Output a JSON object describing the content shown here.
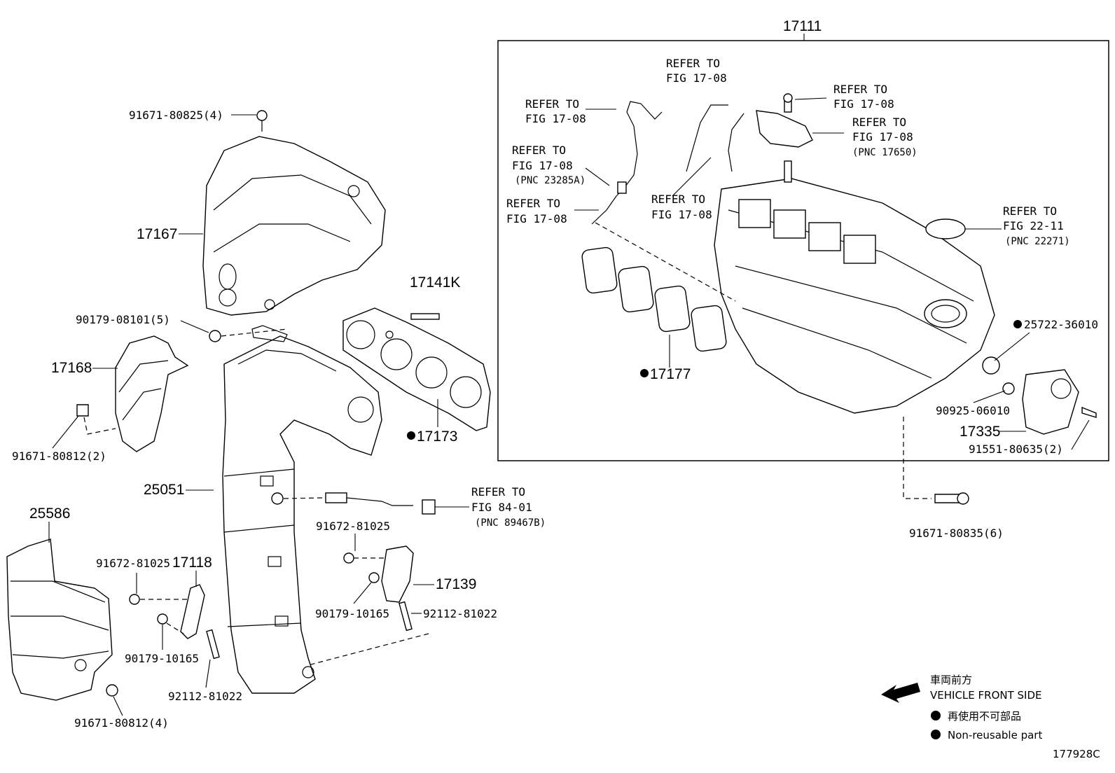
{
  "title": "17111",
  "figure_code": "177928C",
  "refer": {
    "line1": "REFER TO",
    "fig1708": "FIG 17-08",
    "fig2211": "FIG 22-11",
    "fig8401": "FIG 84-01",
    "pnc17650": "(PNC 17650)",
    "pnc23285a": "(PNC 23285A)",
    "pnc22271": "(PNC 22271)",
    "pnc89467b": "(PNC 89467B)"
  },
  "parts": {
    "p17167": "17167",
    "p17168": "17168",
    "p17141k": "17141K",
    "p17173": "17173",
    "p25051": "25051",
    "p25586": "25586",
    "p17118": "17118",
    "p17139": "17139",
    "p17177": "17177",
    "p17335": "17335",
    "p25722": "25722-36010",
    "b91671_80825": "91671-80825(4)",
    "b90179_08101": "90179-08101(5)",
    "b91671_80812_2": "91671-80812(2)",
    "b91672_81025_a": "91672-81025",
    "b91672_81025_b": "91672-81025",
    "b90179_10165_a": "90179-10165",
    "b90179_10165_b": "90179-10165",
    "b92112_81022_a": "92112-81022",
    "b92112_81022_b": "92112-81022",
    "b91671_80812_4": "91671-80812(4)",
    "b90925_06010": "90925-06010",
    "b91551_80635": "91551-80635(2)",
    "b91671_80835": "91671-80835(6)"
  },
  "legend": {
    "front_jp": "車両前方",
    "front_en": "VEHICLE FRONT SIDE",
    "nonreuse_jp": "再使用不可部品",
    "nonreuse_en": "Non-reusable part"
  }
}
